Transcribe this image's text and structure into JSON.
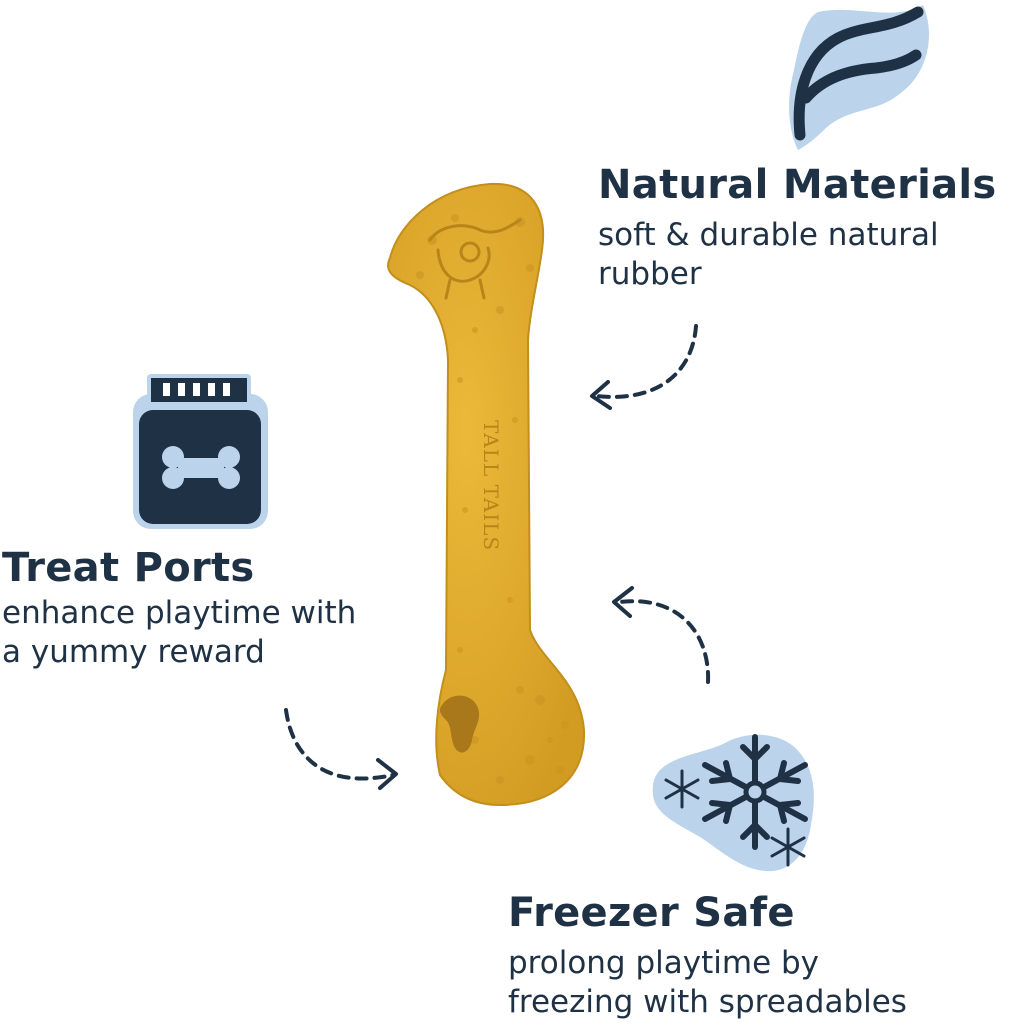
{
  "features": [
    {
      "id": "natural",
      "title": "Natural Materials",
      "desc_lines": [
        "soft & durable natural",
        "rubber"
      ],
      "icon": "leaf-icon"
    },
    {
      "id": "treat",
      "title": "Treat Ports",
      "desc_lines": [
        "enhance playtime with",
        "a yummy reward"
      ],
      "icon": "treat-jar-icon"
    },
    {
      "id": "freezer",
      "title": "Freezer Safe",
      "desc_lines": [
        "prolong playtime by",
        "freezing with spreadables"
      ],
      "icon": "snowflake-icon"
    }
  ],
  "product": {
    "imprint": "TALL TAILS",
    "icon": "bone-toy"
  },
  "colors": {
    "navy": "#1f3144",
    "icon_bg": "#bcd3ec",
    "toy": "#e3ad2c",
    "toy_shade": "#c99320"
  }
}
